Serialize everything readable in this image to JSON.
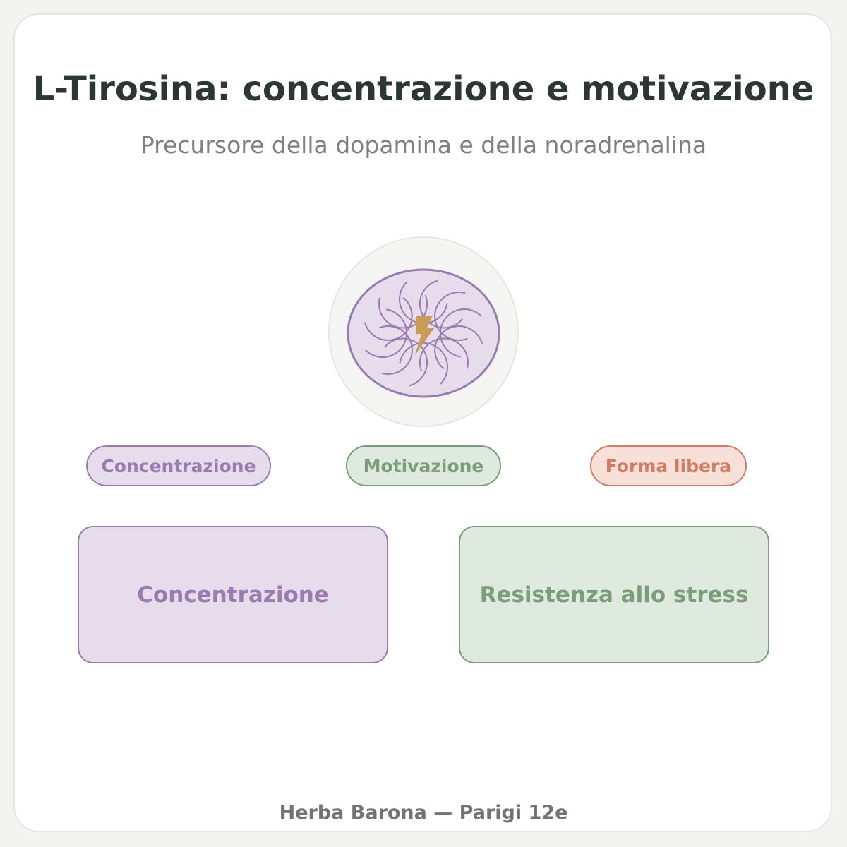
{
  "title": "L-Tirosina: concentrazione e motivazione",
  "subtitle": "Precursore della dopamina e della noradrenalina",
  "emblem": {
    "icon": "brain-swirl-lightning-icon",
    "colors": {
      "ring": "#f5f6f3",
      "fill": "#e6dcec",
      "stroke": "#9a7caf",
      "bolt": "#c99a58"
    }
  },
  "tags": [
    "Concentrazione",
    "Motivazione",
    "Forma libera"
  ],
  "boxes": [
    "Concentrazione",
    "Resistenza allo stress"
  ],
  "footer": "Herba Barona — Parigi 12e",
  "colors": {
    "purple": "#9a7caf",
    "green": "#7c9c7b",
    "orange": "#cf7d63",
    "title": "#2c3633"
  }
}
